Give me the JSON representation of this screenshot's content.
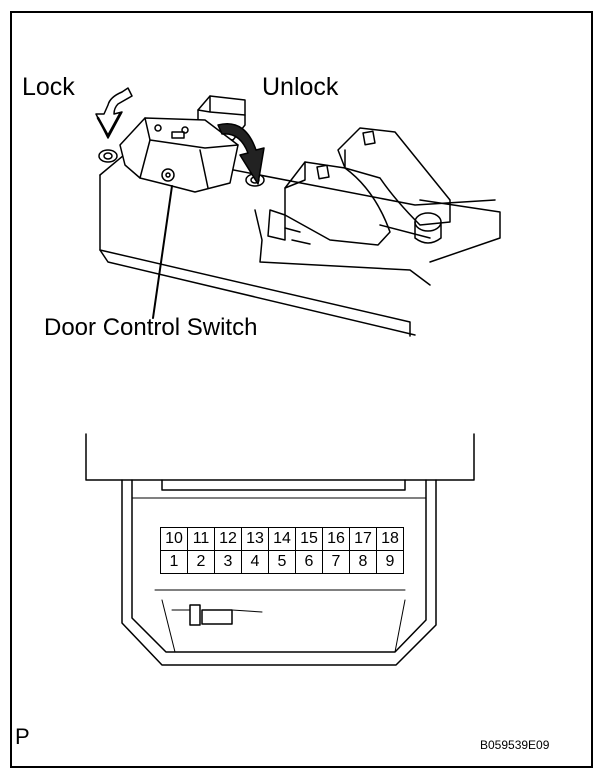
{
  "labels": {
    "lock": "Lock",
    "unlock": "Unlock",
    "switch": "Door Control Switch",
    "view_code": "P",
    "figure_id": "B059539E09"
  },
  "connector": {
    "top_row": [
      "10",
      "11",
      "12",
      "13",
      "14",
      "15",
      "16",
      "17",
      "18"
    ],
    "bottom_row": [
      "1",
      "2",
      "3",
      "4",
      "5",
      "6",
      "7",
      "8",
      "9"
    ]
  }
}
